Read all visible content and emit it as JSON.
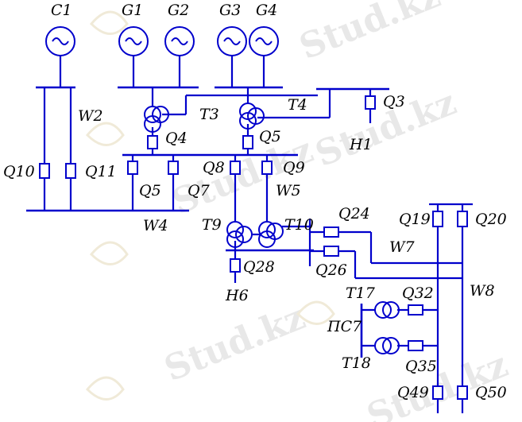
{
  "diagram": {
    "colors": {
      "line": "#0000cc",
      "text": "#000000",
      "watermark": "#e8e8e8"
    },
    "watermark_text": "Stud.kz",
    "generators": {
      "c1": "C1",
      "g1": "G1",
      "g2": "G2",
      "g3": "G3",
      "g4": "G4"
    },
    "transformers": {
      "t3": "T3",
      "t4": "T4",
      "t9": "T9",
      "t10": "T10",
      "t17": "T17",
      "t18": "T18"
    },
    "breakers": {
      "q3": "Q3",
      "q4": "Q4",
      "q5a": "Q5",
      "q5b": "Q5",
      "q7": "Q7",
      "q8": "Q8",
      "q9": "Q9",
      "q10": "Q10",
      "q11": "Q11",
      "q19": "Q19",
      "q20": "Q20",
      "q24": "Q24",
      "q26": "Q26",
      "q28": "Q28",
      "q32": "Q32",
      "q35": "Q35",
      "q49": "Q49",
      "q50": "Q50"
    },
    "lines": {
      "w2": "W2",
      "w4": "W4",
      "w5": "W5",
      "w7": "W7",
      "w8": "W8"
    },
    "loads": {
      "h1": "H1",
      "h6": "H6",
      "ps7": "ПС7"
    }
  }
}
